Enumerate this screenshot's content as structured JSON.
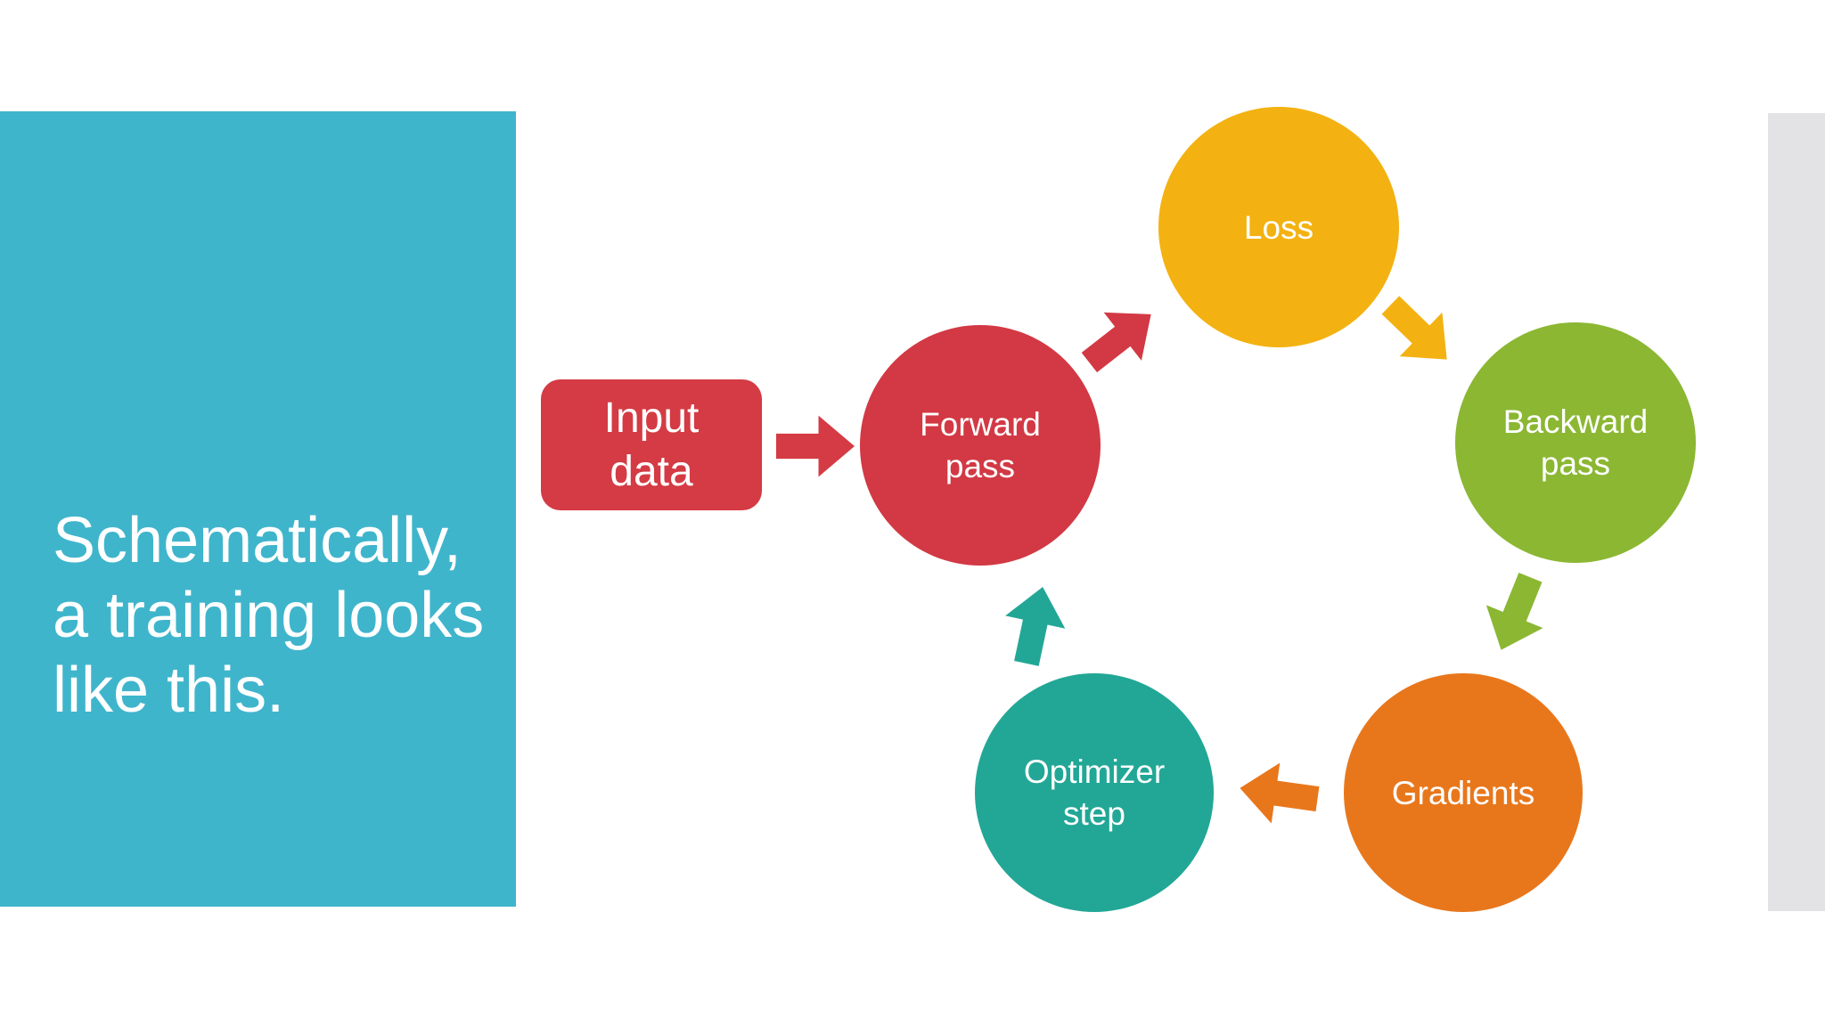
{
  "slide": {
    "background_color": "#ffffff",
    "title_panel": {
      "color": "#3FB5CC",
      "text": "Schematically,\na training looks\nlike this.",
      "text_color": "#ffffff"
    },
    "right_strip": {
      "color": "#E3E3E6"
    },
    "diagram": {
      "input_box": {
        "label": "Input\ndata",
        "color": "#D43B44"
      },
      "nodes": [
        {
          "id": "forward-pass",
          "label": "Forward\npass",
          "color": "#D23944"
        },
        {
          "id": "loss",
          "label": "Loss",
          "color": "#F3B211"
        },
        {
          "id": "backward-pass",
          "label": "Backward\npass",
          "color": "#8BB733"
        },
        {
          "id": "gradients",
          "label": "Gradients",
          "color": "#E8771C"
        },
        {
          "id": "optimizer-step",
          "label": "Optimizer\nstep",
          "color": "#22A796"
        }
      ],
      "arrows": [
        {
          "id": "input-to-forward",
          "from": "Input data",
          "to": "Forward pass",
          "color": "#D43B44"
        },
        {
          "id": "forward-to-loss",
          "from": "Forward pass",
          "to": "Loss",
          "color": "#D23944"
        },
        {
          "id": "loss-to-backward",
          "from": "Loss",
          "to": "Backward pass",
          "color": "#F3B211"
        },
        {
          "id": "backward-to-gradients",
          "from": "Backward pass",
          "to": "Gradients",
          "color": "#8BB733"
        },
        {
          "id": "gradients-to-optimizer",
          "from": "Gradients",
          "to": "Optimizer step",
          "color": "#E8771C"
        },
        {
          "id": "optimizer-to-forward",
          "from": "Optimizer step",
          "to": "Forward pass",
          "color": "#22A796"
        }
      ]
    }
  }
}
